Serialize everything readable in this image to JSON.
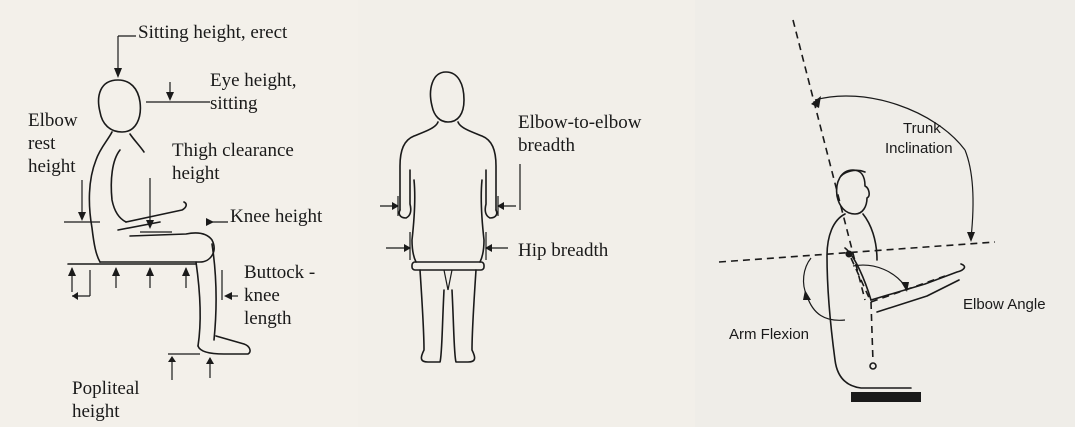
{
  "figure_seated": {
    "labels": {
      "sitting_height": "Sitting height, erect",
      "eye_height_1": "Eye height,",
      "eye_height_2": "sitting",
      "elbow_rest_1": "Elbow",
      "elbow_rest_2": "rest",
      "elbow_rest_3": "height",
      "thigh_clearance_1": "Thigh clearance",
      "thigh_clearance_2": "height",
      "knee_height": "Knee height",
      "buttock_knee_1": "Buttock -",
      "buttock_knee_2": "knee",
      "buttock_knee_3": "length",
      "popliteal_1": "Popliteal",
      "popliteal_2": "height"
    }
  },
  "figure_back": {
    "labels": {
      "elbow_breadth_1": "Elbow-to-elbow",
      "elbow_breadth_2": "breadth",
      "hip_breadth": "Hip breadth"
    }
  },
  "figure_angles": {
    "labels": {
      "trunk_1": "Trunk",
      "trunk_2": "Inclination",
      "elbow_angle": "Elbow Angle",
      "arm_flexion": "Arm Flexion"
    }
  }
}
